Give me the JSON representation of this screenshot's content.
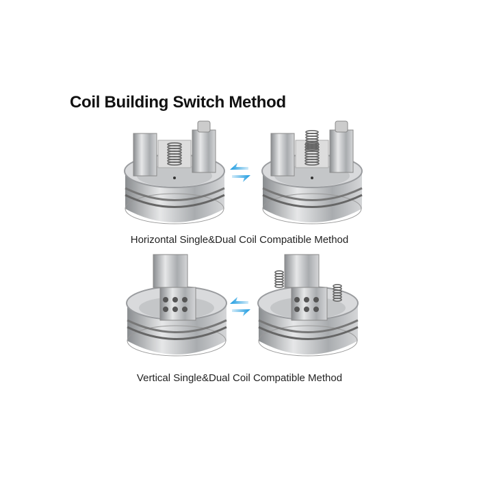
{
  "title": "Coil Building Switch Method",
  "sections": [
    {
      "caption": "Horizontal Single&Dual Coil Compatible Method",
      "left_icon": "rba-deck-single-coil",
      "right_icon": "rba-deck-dual-coil",
      "arrow_icon": "switch-arrows-icon"
    },
    {
      "caption": "Vertical Single&Dual Coil Compatible Method",
      "left_icon": "rba-deck-single-coil",
      "right_icon": "rba-deck-dual-coil",
      "arrow_icon": "switch-arrows-icon"
    }
  ],
  "colors": {
    "arrow": "#1a9ae0",
    "text": "#111111",
    "metal": "#b9bcbf"
  }
}
